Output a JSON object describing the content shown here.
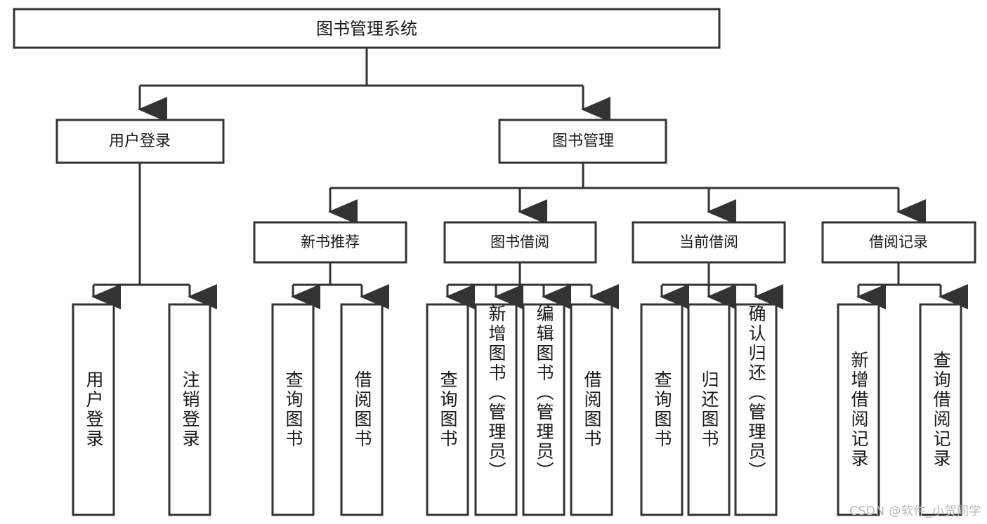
{
  "diagram": {
    "type": "tree",
    "title_node": {
      "label": "图书管理系统"
    },
    "level2": [
      {
        "id": "user-login",
        "label": "用户登录"
      },
      {
        "id": "book-manage",
        "label": "图书管理"
      }
    ],
    "level3": [
      {
        "id": "new-book-rec",
        "label": "新书推荐"
      },
      {
        "id": "book-borrow",
        "label": "图书借阅"
      },
      {
        "id": "current-borrow",
        "label": "当前借阅"
      },
      {
        "id": "borrow-record",
        "label": "借阅记录"
      }
    ],
    "leaves": {
      "user_login": [
        {
          "id": "leaf-user-login",
          "label": "用户登录"
        },
        {
          "id": "leaf-logout-login",
          "label": "注销登录"
        }
      ],
      "new_book_rec": [
        {
          "id": "leaf-query-book-1",
          "label": "查询图书"
        },
        {
          "id": "leaf-borrow-book-1",
          "label": "借阅图书"
        }
      ],
      "book_borrow": [
        {
          "id": "leaf-query-book-2",
          "label": "查询图书"
        },
        {
          "id": "leaf-add-book",
          "label": "新增图书（管理员）"
        },
        {
          "id": "leaf-edit-book",
          "label": "编辑图书（管理员）"
        },
        {
          "id": "leaf-borrow-book-2",
          "label": "借阅图书"
        }
      ],
      "current_borrow": [
        {
          "id": "leaf-query-book-3",
          "label": "查询图书"
        },
        {
          "id": "leaf-return-book",
          "label": "归还图书"
        },
        {
          "id": "leaf-confirm-return",
          "label": "确认归还（管理员）"
        }
      ],
      "borrow_record": [
        {
          "id": "leaf-add-record",
          "label": "新增借阅记录"
        },
        {
          "id": "leaf-query-record",
          "label": "查询借阅记录"
        }
      ]
    }
  },
  "watermark": {
    "text": "CSDN @软件_小贺同学"
  },
  "colors": {
    "stroke": "#333333",
    "fill": "#ffffff",
    "text": "#1a1a1a",
    "watermark": "#b9b9b9"
  }
}
